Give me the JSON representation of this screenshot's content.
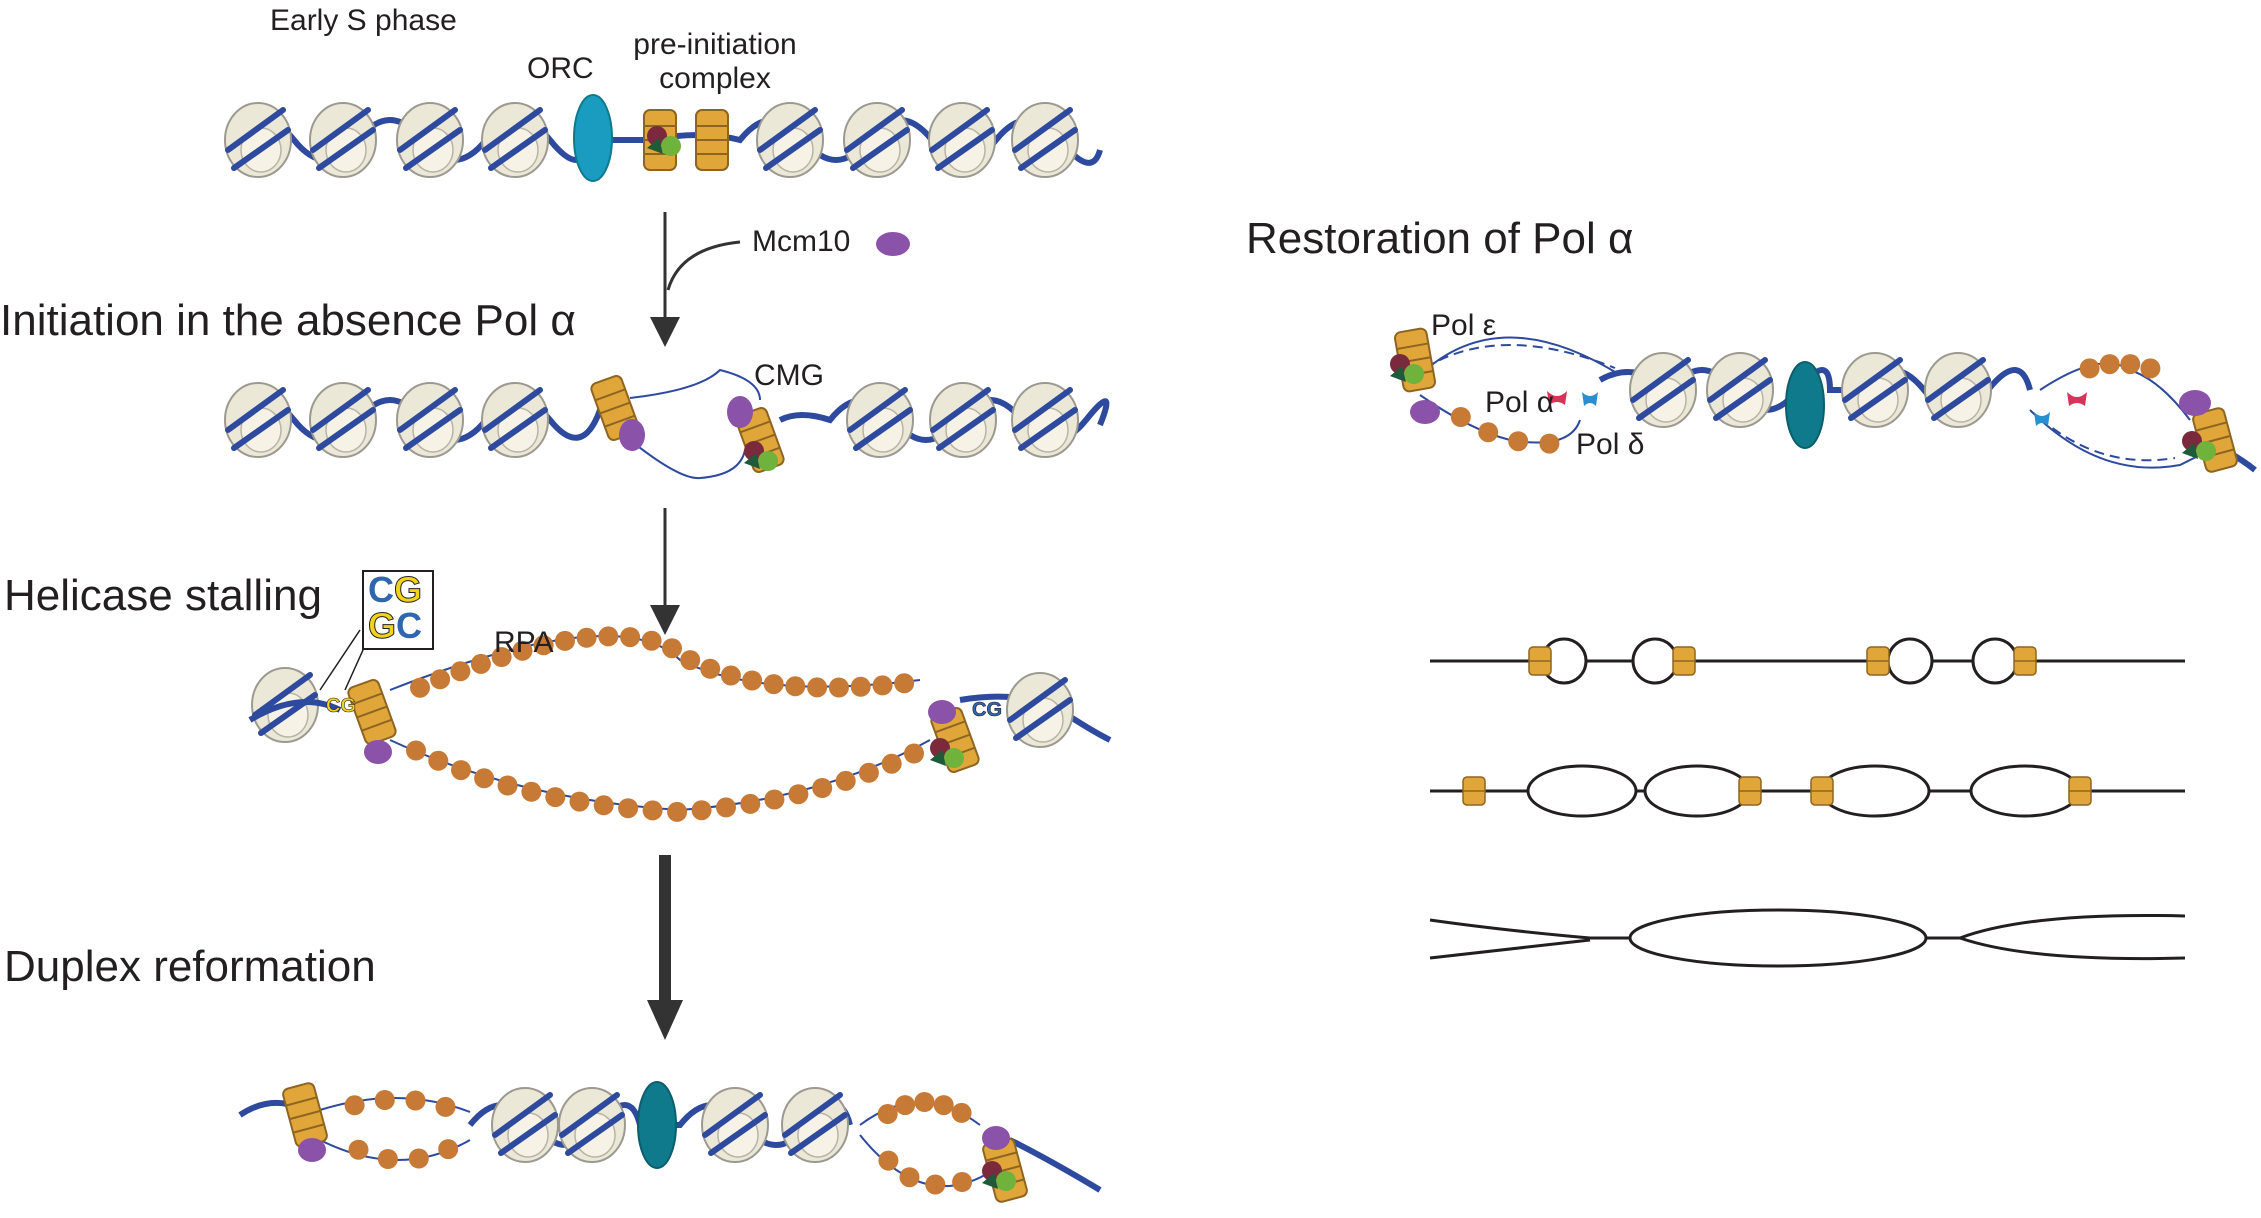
{
  "labels": {
    "early_s_phase": "Early S phase",
    "orc": "ORC",
    "pre_initiation_line1": "pre-initiation",
    "pre_initiation_line2": "complex",
    "mcm10": "Mcm10",
    "initiation_heading": "Initiation in the absence Pol α",
    "cmg": "CMG",
    "helicase_stalling": "Helicase stalling",
    "rpa": "RPA",
    "duplex_reformation": "Duplex reformation",
    "restoration_heading": "Restoration of Pol α",
    "pol_epsilon": "Pol ε",
    "pol_alpha": "Pol α",
    "pol_delta": "Pol δ"
  },
  "cg_box": {
    "top": [
      "C",
      "G"
    ],
    "bottom": [
      "G",
      "C"
    ]
  },
  "colors": {
    "dna": "#2e4a9e",
    "nucleosome": "#ece8d8",
    "orc": "#1a9cc0",
    "orc_dark": "#0f7a8c",
    "mcm10": "#8a52a8",
    "rpa": "#c77a36",
    "helicase": "#e0a63a",
    "helicase_dark": "#8d6521",
    "pol_alpha": "#d9335a",
    "pol_delta": "#2a8fd0",
    "gins_green": "#6fb23c",
    "cdc45_dark": "#7a2a3c",
    "arrow": "#333333",
    "line": "#231f20",
    "cg_blue": "#2e66b0",
    "cg_yellow": "#f2d21a"
  }
}
